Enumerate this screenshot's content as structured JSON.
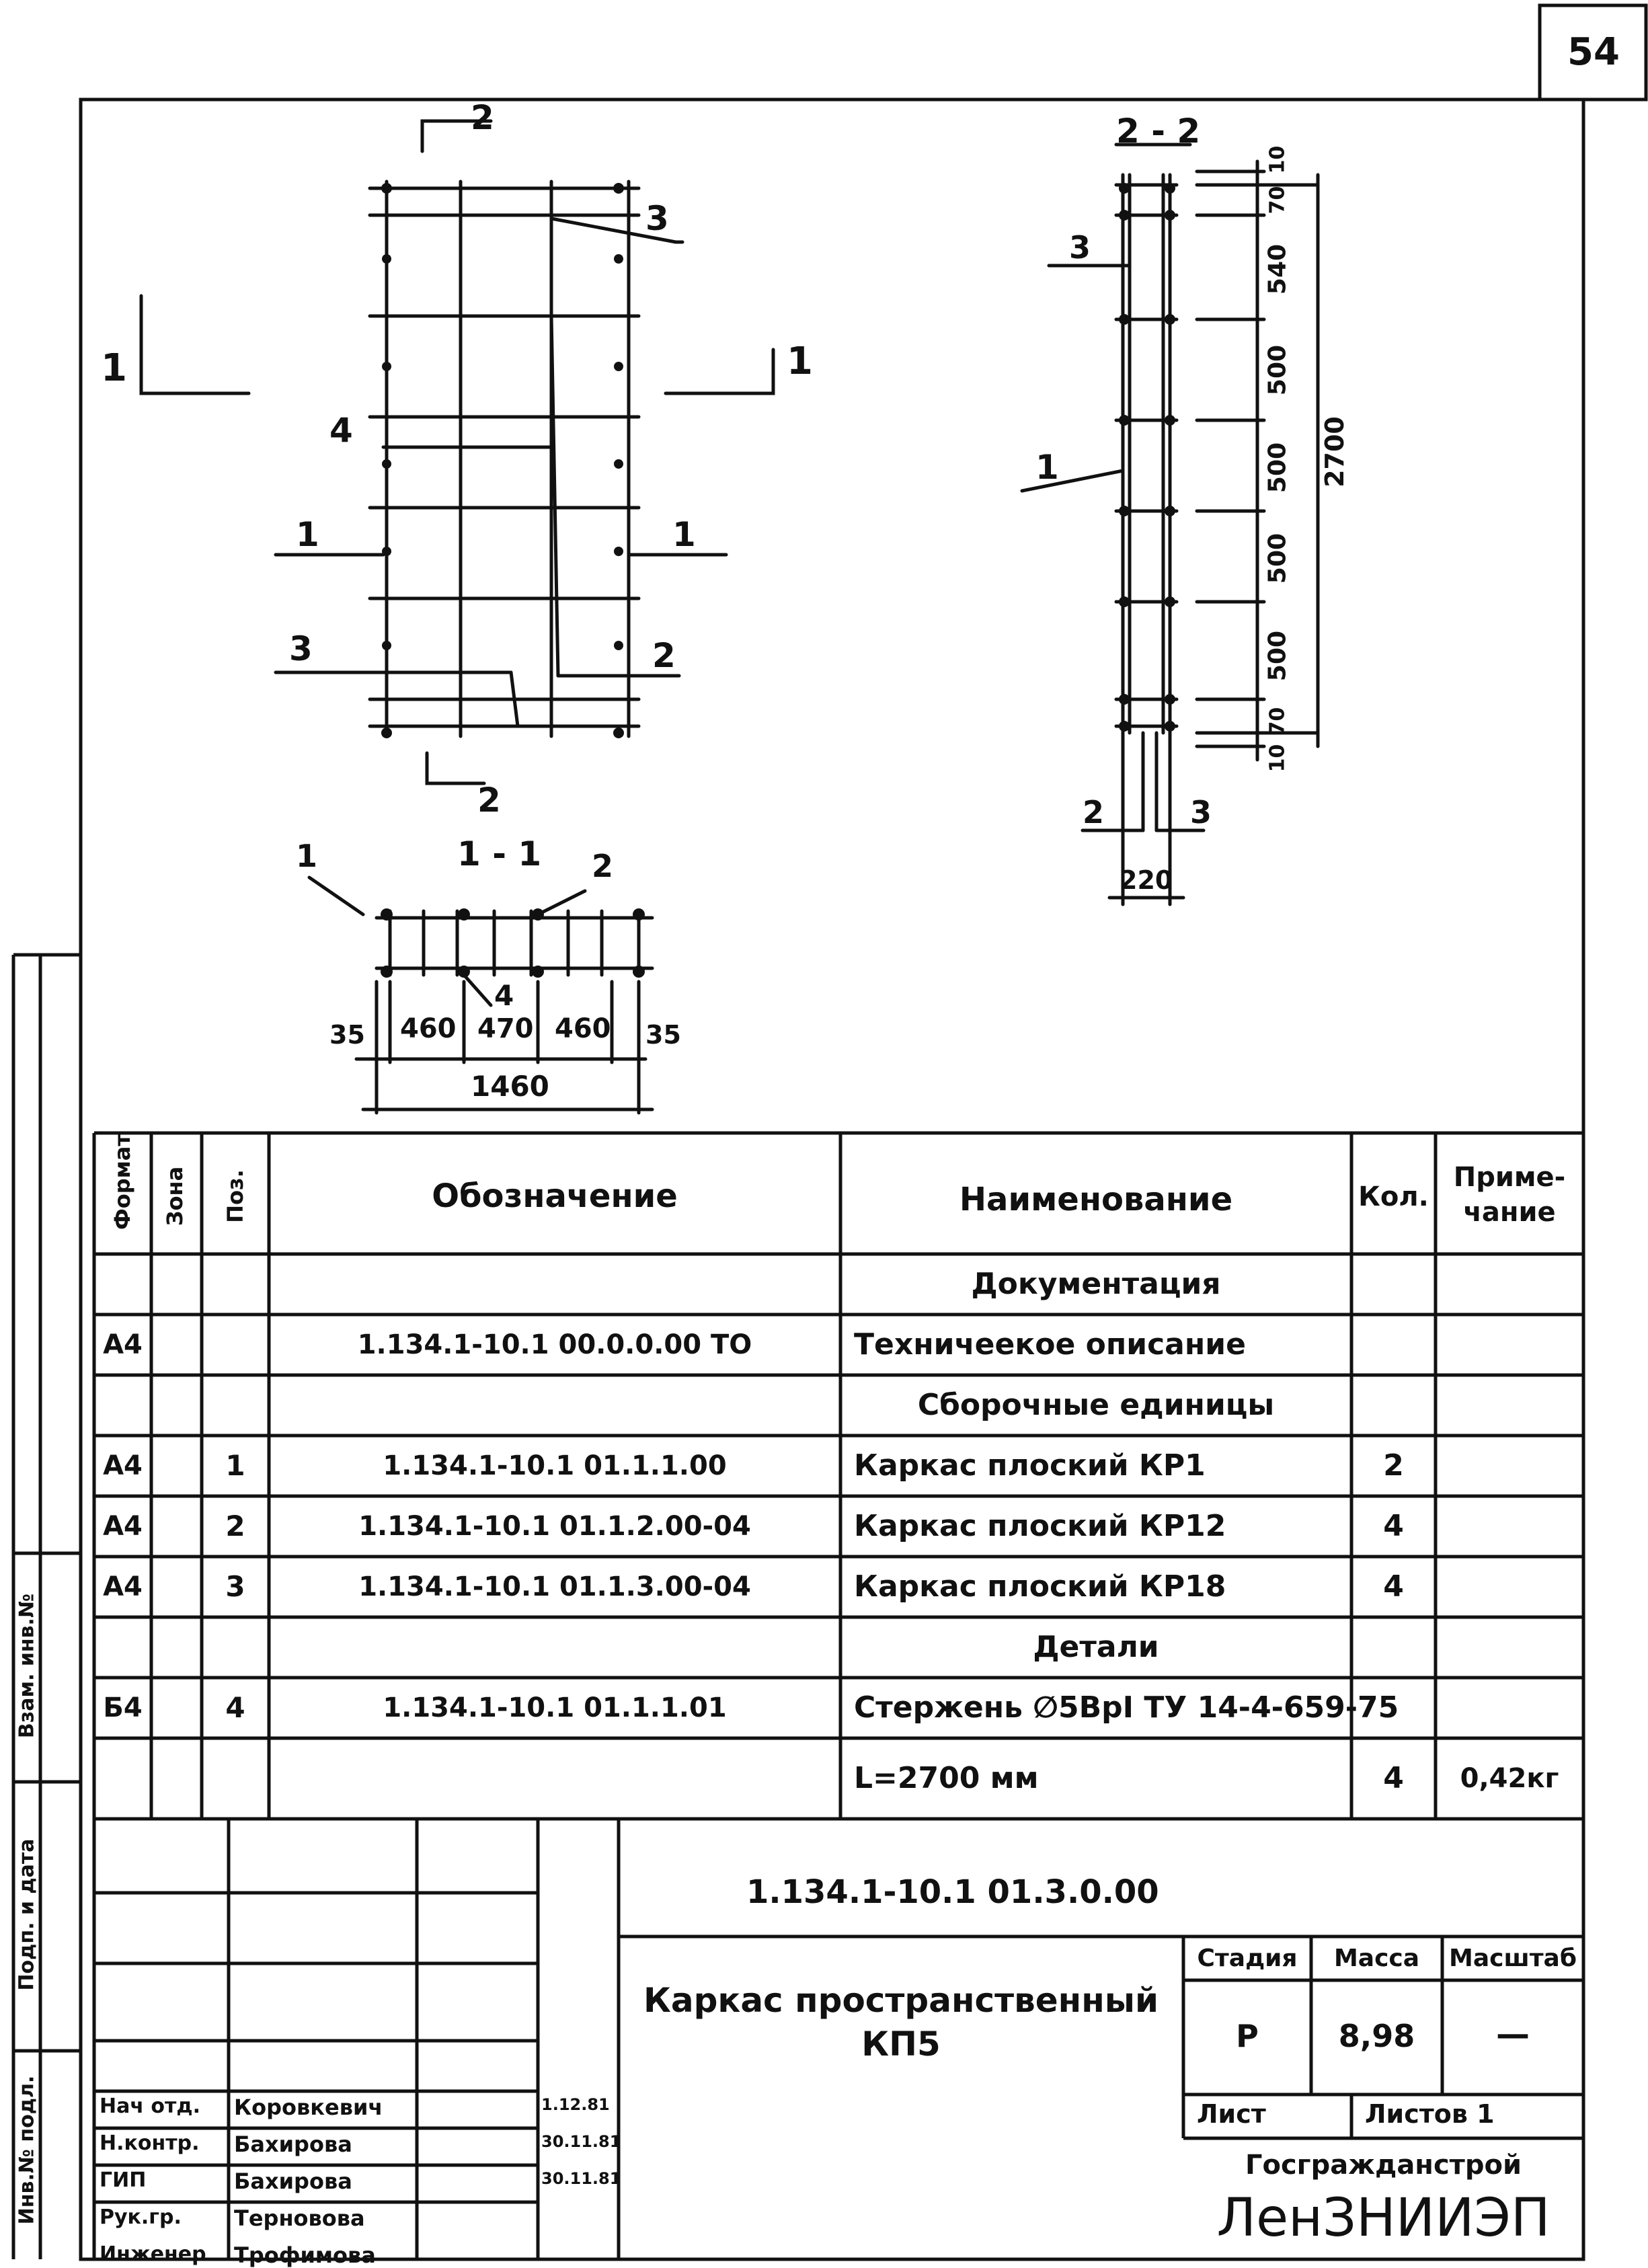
{
  "sheet_number": "54",
  "drawing": {
    "plan_labels": {
      "section_2_top": "2",
      "section_2_bottom": "2",
      "section_1_left": "1",
      "section_1_right": "1",
      "pos_3_top": "3",
      "pos_4": "4",
      "pos_1_left": "1",
      "pos_1_right": "1",
      "pos_3_bottom": "3",
      "pos_2": "2"
    },
    "section_1_1": {
      "title": "1 - 1",
      "pos_1": "1",
      "pos_2": "2",
      "pos_4": "4",
      "dims": [
        "35",
        "460",
        "470",
        "460",
        "35"
      ],
      "total": "1460"
    },
    "section_2_2": {
      "title": "2 - 2",
      "pos_3_top": "3",
      "pos_1": "1",
      "pos_2_bottom": "2",
      "pos_3_bottom": "3",
      "dims": [
        "10",
        "70",
        "540",
        "500",
        "500",
        "500",
        "500",
        "70",
        "10"
      ],
      "total_height": "2700",
      "width": "220"
    }
  },
  "spec": {
    "headers": {
      "format": "Формат",
      "zone": "Зона",
      "pos": "Поз.",
      "designation": "Обозначение",
      "name": "Наименование",
      "qty": "Кол.",
      "note": "Приме-\nчание"
    },
    "rows": [
      {
        "format": "",
        "pos": "",
        "designation": "",
        "name": "Документация",
        "qty": "",
        "note": ""
      },
      {
        "format": "А4",
        "pos": "",
        "designation": "1.134.1-10.1 00.0.0.00 ТО",
        "name": "Техничеекое описание",
        "qty": "",
        "note": ""
      },
      {
        "format": "",
        "pos": "",
        "designation": "",
        "name": "Сборочные единицы",
        "qty": "",
        "note": ""
      },
      {
        "format": "А4",
        "pos": "1",
        "designation": "1.134.1-10.1 01.1.1.00",
        "name": "Каркас плоский КР1",
        "qty": "2",
        "note": ""
      },
      {
        "format": "А4",
        "pos": "2",
        "designation": "1.134.1-10.1 01.1.2.00-04",
        "name": "Каркас плоский КР12",
        "qty": "4",
        "note": ""
      },
      {
        "format": "А4",
        "pos": "3",
        "designation": "1.134.1-10.1 01.1.3.00-04",
        "name": "Каркас плоский КР18",
        "qty": "4",
        "note": ""
      },
      {
        "format": "",
        "pos": "",
        "designation": "",
        "name": "Детали",
        "qty": "",
        "note": ""
      },
      {
        "format": "Б4",
        "pos": "4",
        "designation": "1.134.1-10.1 01.1.1.01",
        "name": "Стержень ∅5ВрI ТУ 14-4-659-75",
        "qty": "",
        "note": ""
      },
      {
        "format": "",
        "pos": "",
        "designation": "",
        "name": "L=2700 мм",
        "qty": "4",
        "note": "0,42кг"
      }
    ]
  },
  "title_block": {
    "document_code": "1.134.1-10.1 01.3.0.00",
    "title_line1": "Каркас пространственный",
    "title_line2": "КП5",
    "stage_label": "Стадия",
    "mass_label": "Масса",
    "scale_label": "Масштаб",
    "stage_value": "Р",
    "mass_value": "8,98",
    "scale_value": "—",
    "sheet_label": "Лист",
    "sheets_label": "Листов 1",
    "organization_1": "Госгражданстрой",
    "organization_2": "ЛенЗНИИЭП",
    "signatures": [
      {
        "role": "Нач отд.",
        "name": "Коровкевич",
        "date": "1.12.81"
      },
      {
        "role": "Н.контр.",
        "name": "Бахирова",
        "date": "30.11.81"
      },
      {
        "role": "ГИП",
        "name": "Бахирова",
        "date": "30.11.81"
      },
      {
        "role": "Рук.гр.",
        "name": "Терновова",
        "date": ""
      },
      {
        "role": "Инженер",
        "name": "Трофимова",
        "date": ""
      }
    ]
  },
  "left_margin": {
    "inv_podl": "Инв.№ подл.",
    "podp_data": "Подп. и дата",
    "vzam_inv": "Взам. инв.№"
  }
}
